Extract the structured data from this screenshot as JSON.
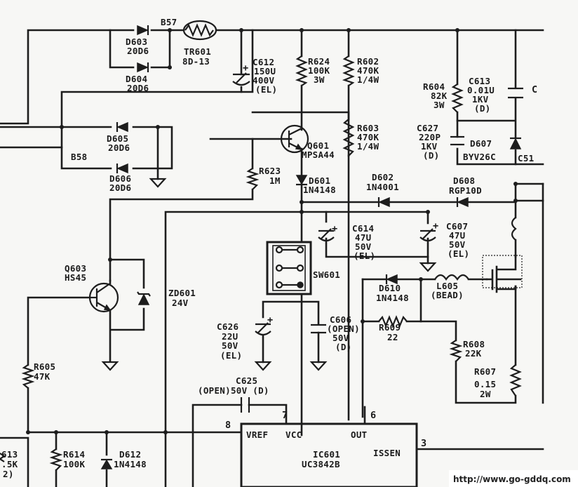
{
  "labels": {
    "b57": "B57",
    "d603_ref": "D603",
    "d603_val": "20D6",
    "tr601_ref": "TR601",
    "tr601_val": "8D-13",
    "d604_ref": "D604",
    "d604_val": "20D6",
    "c612_plus": "+",
    "c612_ref": "C612",
    "c612_v1": "150U",
    "c612_v2": "400V",
    "c612_v3": "(EL)",
    "r624_ref": "R624",
    "r624_v1": "100K",
    "r624_v2": "3W",
    "r602_ref": "R602",
    "r602_v1": "470K",
    "r602_v2": "1/4W",
    "r604_ref": "R604",
    "r604_v1": "82K",
    "r604_v2": "3W",
    "c613_ref": "C613",
    "c613_v1": "0.01U",
    "c613_v2": "1KV",
    "c613_v3": "(D)",
    "c_right": "C",
    "d605_ref": "D605",
    "d605_val": "20D6",
    "q601_ref": "Q601",
    "q601_val": "MPSA44",
    "r603_ref": "R603",
    "r603_v1": "470K",
    "r603_v2": "1/4W",
    "c627_ref": "C627",
    "c627_v1": "220P",
    "c627_v2": "1KV",
    "c627_v3": "(D)",
    "d607_ref": "D607",
    "d607_val": "BYV26C",
    "c51": "C51",
    "b58": "B58",
    "d606_ref": "D606",
    "d606_val": "20D6",
    "r623_ref": "R623",
    "r623_val": "1M",
    "d601_ref": "D601",
    "d601_val": "1N4148",
    "d602_ref": "D602",
    "d602_val": "1N4001",
    "d608_ref": "D608",
    "d608_val": "RGP10D",
    "c614_plus": "+",
    "c614_ref": "C614",
    "c614_v1": "47U",
    "c614_v2": "50V",
    "c614_v3": "(EL)",
    "c607_plus": "+",
    "c607_ref": "C607",
    "c607_v1": "47U",
    "c607_v2": "50V",
    "c607_v3": "(EL)",
    "q603_ref": "Q603",
    "q603_val": "HS45",
    "sw601": "SW601",
    "zd601_ref": "ZD601",
    "zd601_val": "24V",
    "d610_ref": "D610",
    "d610_val": "1N4148",
    "l605_ref": "L605",
    "l605_val": "(BEAD)",
    "c626_plus": "+",
    "c626_ref": "C626",
    "c626_v1": "22U",
    "c626_v2": "50V",
    "c626_v3": "(EL)",
    "c606_ref": "C606",
    "c606_v1": "(OPEN)",
    "c606_v2": "50V",
    "c606_v3": "(D)",
    "r609_ref": "R609",
    "r609_val": "22",
    "r608_ref": "R608",
    "r608_val": "22K",
    "r605_ref": "R605",
    "r605_val": "47K",
    "r607_ref": "R607",
    "r607_v1": "0.15",
    "r607_v2": "2W",
    "c625_ref": "C625",
    "c625_val": "(OPEN)50V (D)",
    "pin7": "7",
    "pin6": "6",
    "pin8": "8",
    "pin3": "3",
    "ic_vref": "VREF",
    "ic_vcc": "VCC",
    "ic_out": "OUT",
    "ic_issen": "ISSEN",
    "ic601_ref": "IC601",
    "ic601_val": "UC3842B",
    "r613_ref": "613",
    "r613_val": ".5K",
    "r613_extra": "2)",
    "r614_ref": "R614",
    "r614_val": "100K",
    "d612_ref": "D612",
    "d612_val": "1N4148"
  },
  "watermark": "http://www.go-gddq.com"
}
